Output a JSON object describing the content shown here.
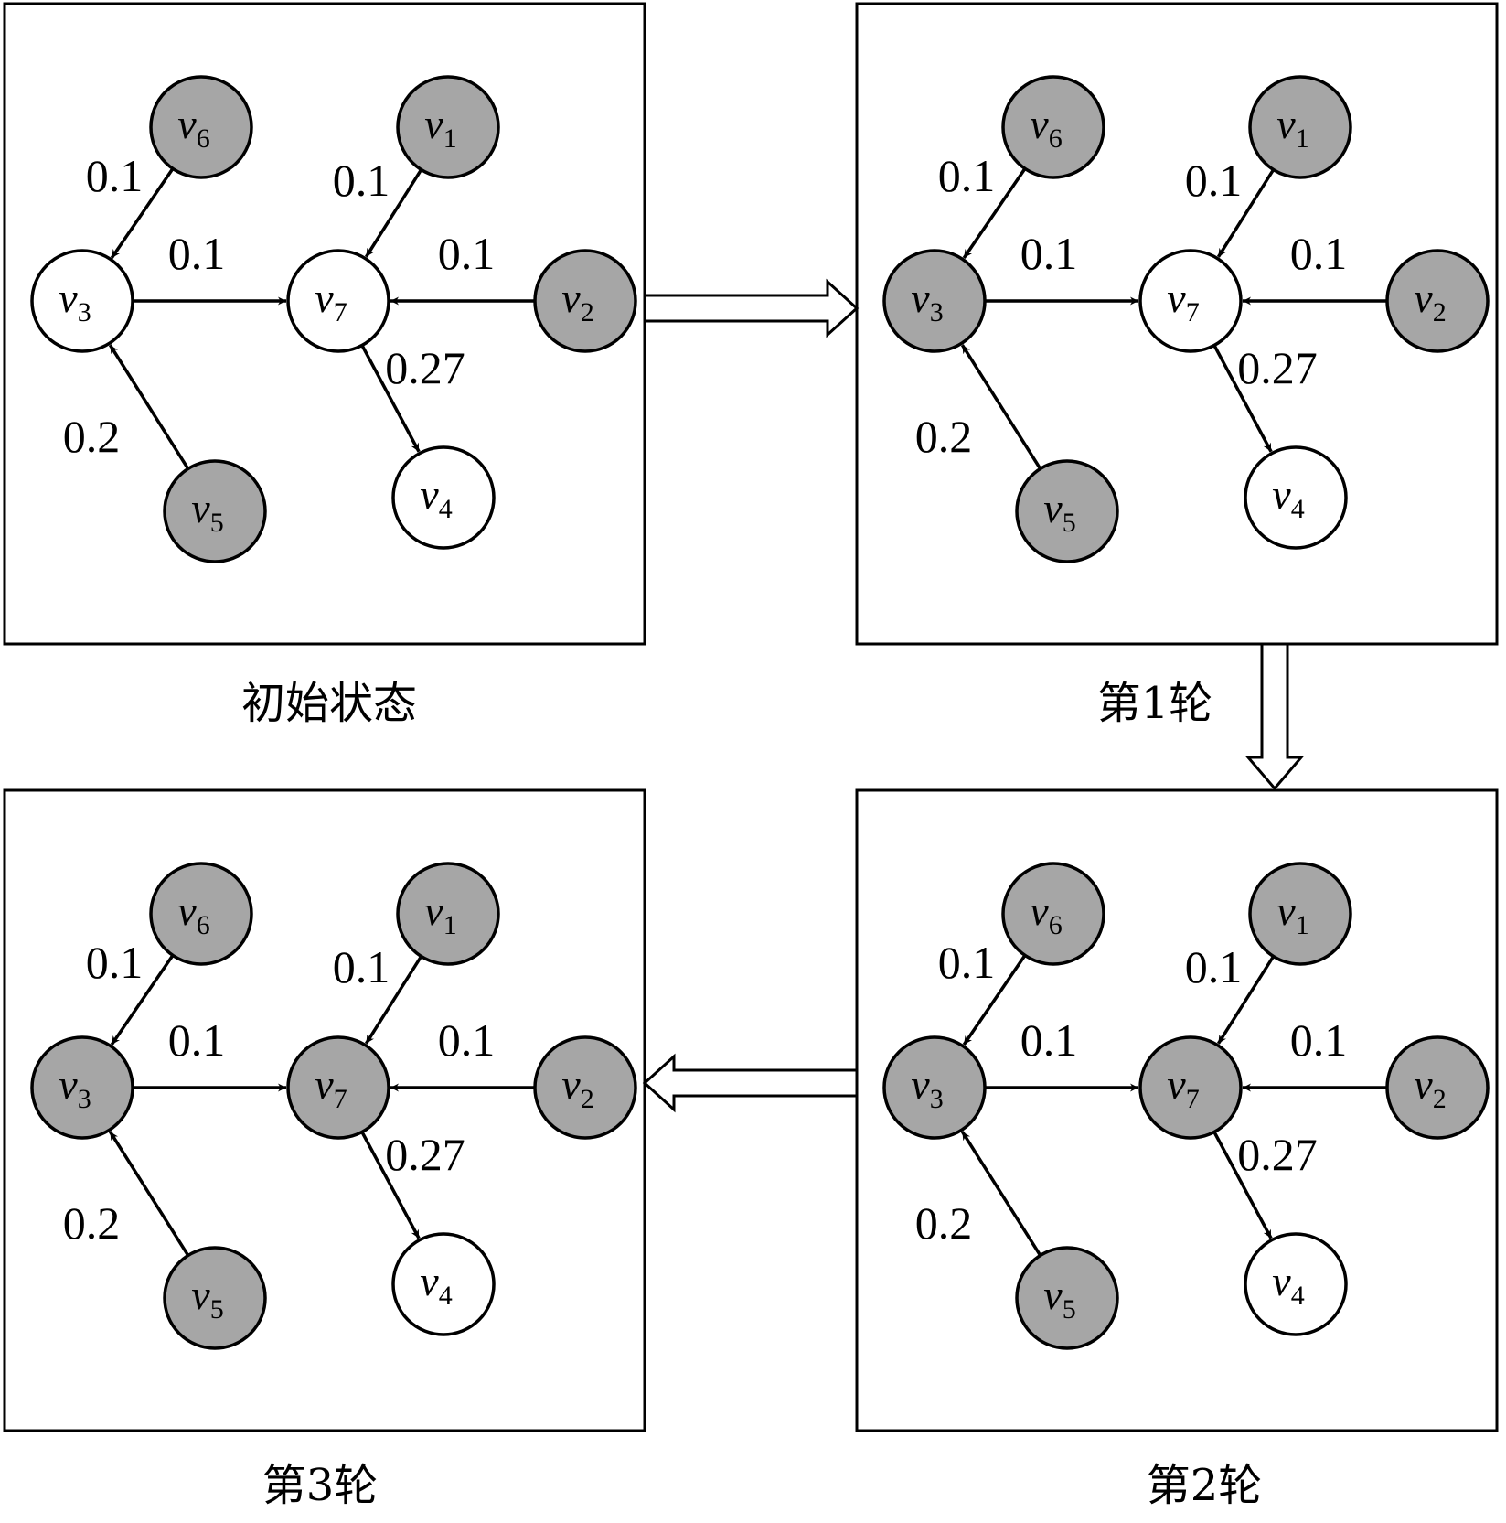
{
  "panels": [
    {
      "id": "initial",
      "caption": "初始状态",
      "active": [
        "v1",
        "v2",
        "v5",
        "v6"
      ]
    },
    {
      "id": "round1",
      "caption": "第1轮",
      "active": [
        "v1",
        "v2",
        "v3",
        "v5",
        "v6"
      ]
    },
    {
      "id": "round2",
      "caption": "第2轮",
      "active": [
        "v1",
        "v2",
        "v3",
        "v5",
        "v6",
        "v7"
      ]
    },
    {
      "id": "round3",
      "caption": "第3轮",
      "active": [
        "v1",
        "v2",
        "v3",
        "v5",
        "v6",
        "v7"
      ]
    }
  ],
  "nodes": [
    {
      "id": "v1",
      "letter": "v",
      "sub": "1"
    },
    {
      "id": "v2",
      "letter": "v",
      "sub": "2"
    },
    {
      "id": "v3",
      "letter": "v",
      "sub": "3"
    },
    {
      "id": "v4",
      "letter": "v",
      "sub": "4"
    },
    {
      "id": "v5",
      "letter": "v",
      "sub": "5"
    },
    {
      "id": "v6",
      "letter": "v",
      "sub": "6"
    },
    {
      "id": "v7",
      "letter": "v",
      "sub": "7"
    }
  ],
  "edges": [
    {
      "from": "v6",
      "to": "v3",
      "weight": "0.1"
    },
    {
      "from": "v3",
      "to": "v7",
      "weight": "0.1"
    },
    {
      "from": "v5",
      "to": "v3",
      "weight": "0.2"
    },
    {
      "from": "v1",
      "to": "v7",
      "weight": "0.1"
    },
    {
      "from": "v2",
      "to": "v7",
      "weight": "0.1"
    },
    {
      "from": "v7",
      "to": "v4",
      "weight": "0.27"
    }
  ],
  "colors": {
    "active_fill": "#a6a6a6",
    "inactive_fill": "#ffffff",
    "stroke": "#000000"
  }
}
